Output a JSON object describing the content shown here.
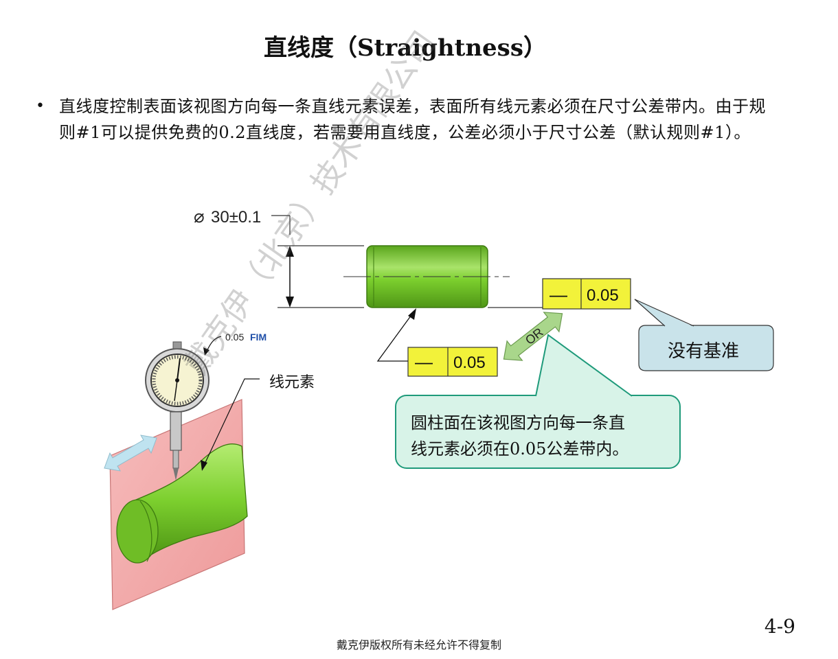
{
  "title": "直线度（Straightness）",
  "bullet": "直线度控制表面该视图方向每一条直线元素误差，表面所有线元素必须在尺寸公差带内。由于规则#1可以提供免费的0.2直线度，若需要用直线度，公差必须小于尺寸公差（默认规则#1）。",
  "diagram": {
    "dimension_label": "30±0.1",
    "diameter_symbol": "⌀",
    "fcf_top": {
      "symbol": "—",
      "value": "0.05"
    },
    "fcf_bottom": {
      "symbol": "—",
      "value": "0.05"
    },
    "or_label": "OR",
    "callout_no_datum": "没有基准",
    "callout_cylinder_line1": "圆柱面在该视图方向每一条直",
    "callout_cylinder_line2": "线元素必须在0.05公差带内。",
    "line_element_label": "线元素",
    "indicator_label_value": "0.05",
    "indicator_label_unit": "FIM"
  },
  "colors": {
    "cylinder_green": "#7ccf2e",
    "fcf_yellow": "#f2f23a",
    "callout_blue": "#c9e3ea",
    "callout_green": "#d8f3e8",
    "plate_pink": "#f2a8a8",
    "arrow_blue": "#bfe3f0",
    "or_arrow_green": "#a9d68b"
  },
  "watermark": "戴克伊（北京）技术有限公司",
  "page_number": "4-9",
  "footer": "戴克伊版权所有未经允许不得复制"
}
